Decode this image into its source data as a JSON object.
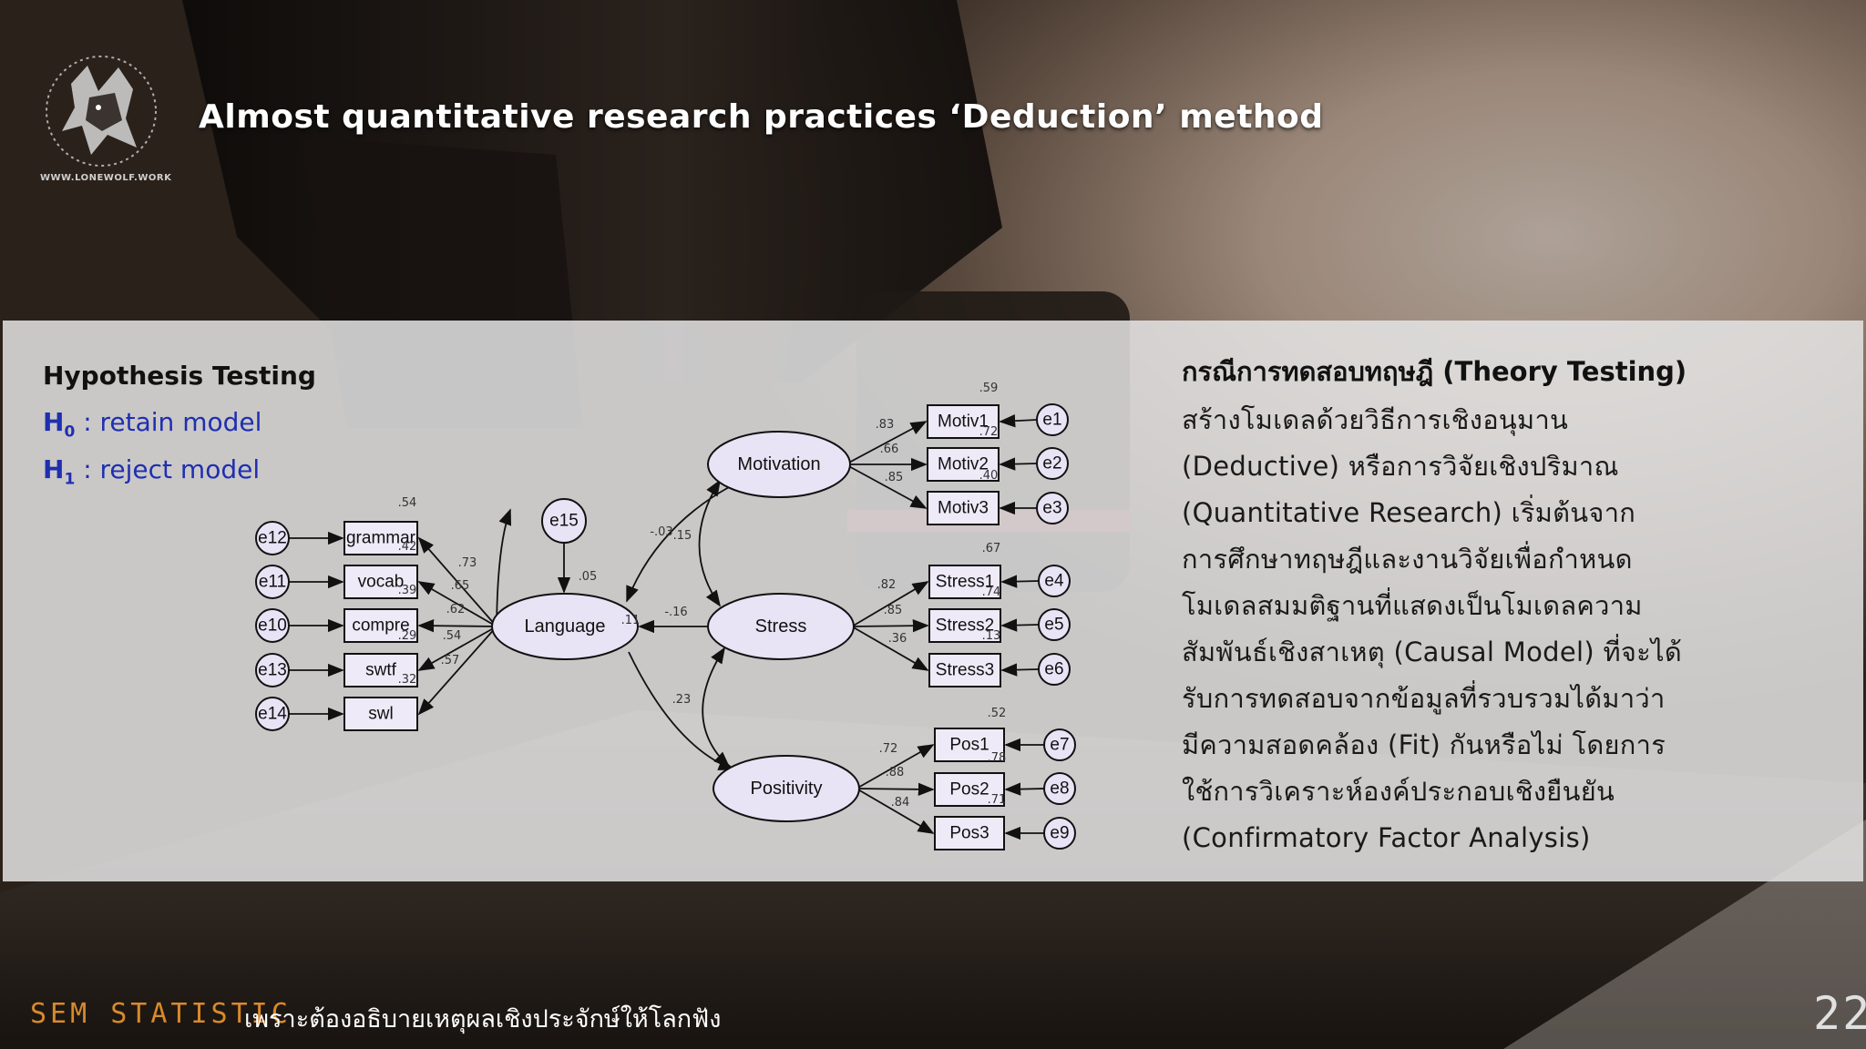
{
  "header": {
    "title": "Almost quantitative research practices ‘Deduction’ method",
    "logo_caption": "WWW.LONEWOLF.WORK"
  },
  "left": {
    "heading": "Hypothesis Testing",
    "h0_symbol": "H",
    "h0_sub": "0",
    "h0_text": ": retain model",
    "h1_symbol": "H",
    "h1_sub": "1",
    "h1_text": ": reject model"
  },
  "diagram": {
    "latent": [
      "Motivation",
      "Language",
      "Stress",
      "Positivity"
    ],
    "observed": [
      "grammar",
      "vocab",
      "compre",
      "swtf",
      "swl",
      "Motiv1",
      "Motiv2",
      "Motiv3",
      "Stress1",
      "Stress2",
      "Stress3",
      "Pos1",
      "Pos2",
      "Pos3"
    ],
    "errors": [
      "e12",
      "e11",
      "e10",
      "e13",
      "e14",
      "e15",
      "e1",
      "e2",
      "e3",
      "e4",
      "e5",
      "e6",
      "e7",
      "e8",
      "e9"
    ],
    "coefficients": {
      "grammar_r2": ".54",
      "vocab_r2": ".42",
      "compre_r2": ".39",
      "swtf_r2": ".29",
      "swl_r2": ".32",
      "lang_grammar": ".73",
      "lang_vocab": ".65",
      "lang_compre": ".62",
      "lang_swtf": ".54",
      "lang_swl": ".57",
      "language_r2": ".05",
      "stress_language": "-.16",
      "motivation_language": "-.03",
      "language_side": ".11",
      "motivation_stress": ".15",
      "motiv1_r2": ".59",
      "motiv2_r2": ".72",
      "motiv3_r2": ".40",
      "mot_m1": ".83",
      "mot_m2": ".66",
      "mot_m3": ".85",
      "stress1_r2": ".67",
      "stress2_r2": ".74",
      "stress3_r2": ".13",
      "str_s1": ".82",
      "str_s2": ".85",
      "str_s3": ".36",
      "pos1_r2": ".52",
      "pos2_r2": ".78",
      "pos3_r2": ".71",
      "pos_p1": ".72",
      "pos_p2": ".88",
      "pos_p3": ".84",
      "stress_positivity": ".23"
    }
  },
  "right": {
    "title": "กรณีการทดสอบทฤษฎี (Theory Testing)",
    "lines": [
      "สร้างโมเดลด้วยวิธีการเชิงอนุมาน",
      "(Deductive) หรือการวิจัยเชิงปริมาณ",
      "(Quantitative Research) เริ่มต้นจาก",
      "การศึกษาทฤษฎีและงานวิจัยเพื่อกำหนด",
      "โมเดลสมมติฐานที่แสดงเป็นโมเดลความ",
      "สัมพันธ์เชิงสาเหตุ  (Causal Model) ที่จะได้",
      "รับการทดสอบจากข้อมูลที่รวบรวมได้มาว่า",
      "มีความสอดคล้อง (Fit) กันหรือไม่ โดยการ",
      "ใช้การวิเคราะห์องค์ประกอบเชิงยืนยัน",
      "(Confirmatory Factor Analysis)"
    ]
  },
  "footer": {
    "brand": "SEM STATISTIC",
    "tagline": "เพราะต้องอธิบายเหตุผลเชิงประจักษ์ให้โลกฟัง",
    "page_number": "22"
  },
  "colors": {
    "panel": "#e4e4e4",
    "hypothesis_blue": "#1f2fb0",
    "brand_orange": "#d98a2a",
    "latent_fill": "#e8e4f6",
    "observed_fill": "#eeeaf8"
  }
}
